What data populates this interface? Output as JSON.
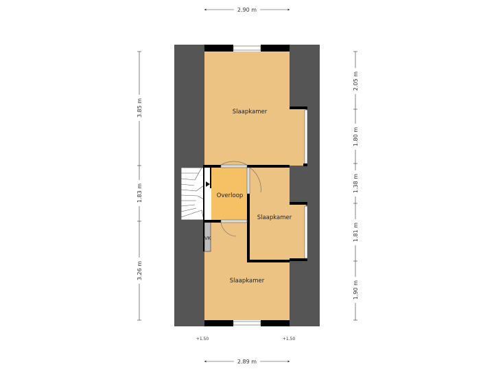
{
  "colors": {
    "roof": "#555555",
    "room": "#ecc383",
    "landing": "#f6c065",
    "wall": "#000000",
    "glass": "#c8c8c8"
  },
  "rooms": {
    "top_bedroom": "Slaapkamer",
    "landing": "Overloop",
    "right_bedroom": "Slaapkamer",
    "bottom_bedroom": "Slaapkamer",
    "utility_cupboard": "VK"
  },
  "dimensions": {
    "top_width": "2.90 m",
    "bottom_width": "2.89 m",
    "left": [
      "3.85 m",
      "1.83 m",
      "3.26 m"
    ],
    "right": [
      "2.05 m",
      "1.80 m",
      "1.38 m",
      "1.81 m",
      "1.90 m"
    ]
  },
  "levels": [
    "+1.50",
    "+1.50"
  ]
}
